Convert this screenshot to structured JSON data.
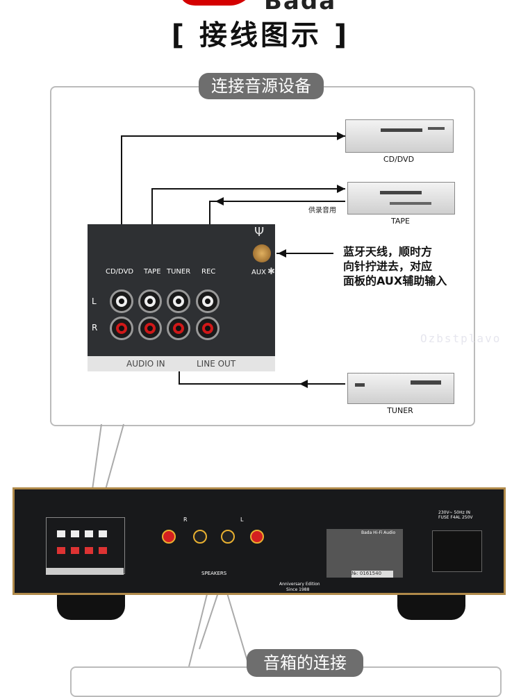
{
  "header": {
    "brand_word": "Bada",
    "title": "[ 接线图示 ]"
  },
  "section1": {
    "label": "连接音源设备"
  },
  "section2": {
    "label": "音箱的连接"
  },
  "devices": {
    "cd": "CD/DVD",
    "tape": "TAPE",
    "tuner": "TUNER"
  },
  "notes": {
    "record_use": "供录音用",
    "bluetooth": [
      "蓝牙天线，顺时方",
      "向针拧进去，对应",
      "面板的AUX辅助输入"
    ]
  },
  "panel": {
    "cd_dvd": "CD/DVD",
    "tape": "TAPE",
    "tuner": "TUNER",
    "rec": "REC",
    "aux": "AUX",
    "left": "L",
    "right": "R",
    "audio_in": "AUDIO IN",
    "line_out": "LINE OUT"
  },
  "amp": {
    "speakers": "SPEAKERS",
    "spk_r": "R",
    "spk_l": "L",
    "anniversary": "Anniversary Edition",
    "since": "Since 1988",
    "fuse": "230V~ 50Hz IN\nFUSE F4AL 250V",
    "model_label": "Bada Hi-Fi Audio",
    "serial": "№: 0161540"
  },
  "watermark": "Ozbstplavo"
}
